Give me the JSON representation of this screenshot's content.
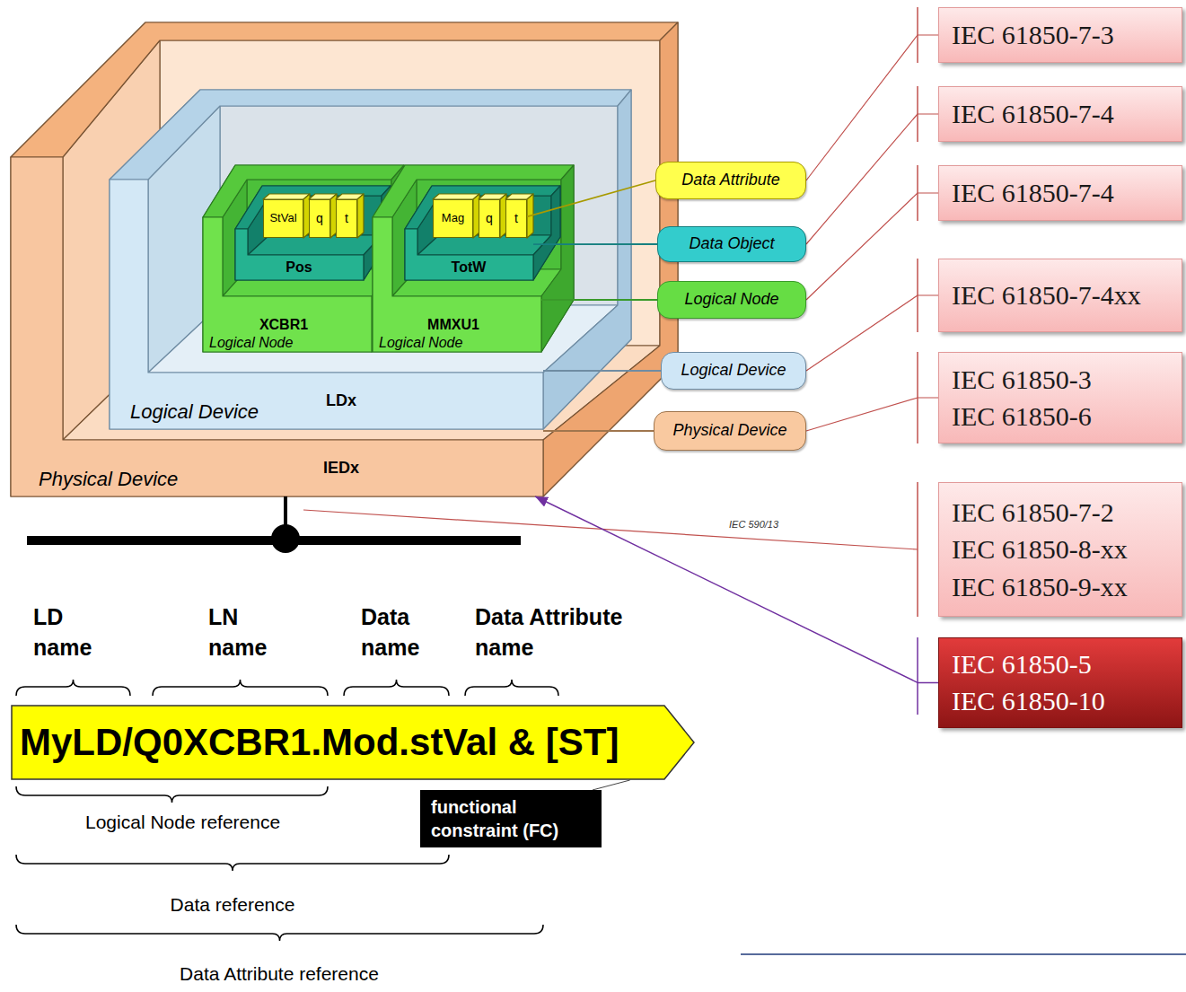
{
  "diagram": {
    "nodes": [
      {
        "text": [
          "Physical Device",
          "IEDx"
        ]
      },
      {
        "text": [
          "Logical Device",
          "LDx"
        ],
        "in": 0
      },
      {
        "text": [
          "XCBR1",
          "Logical Node"
        ],
        "in": 1
      },
      {
        "text": [
          "Pos"
        ],
        "in": 2
      },
      {
        "text": [
          "StVal"
        ],
        "in": 3
      },
      {
        "text": [
          "q"
        ],
        "in": 3
      },
      {
        "text": [
          "t"
        ],
        "in": 3
      },
      {
        "text": [
          "MMXU1",
          "Logical Node"
        ],
        "in": 1
      },
      {
        "text": [
          "TotW"
        ],
        "in": 7
      },
      {
        "text": [
          "Mag"
        ],
        "in": 8
      },
      {
        "text": [
          "q"
        ],
        "in": 8
      },
      {
        "text": [
          "t"
        ],
        "in": 8
      },
      {
        "text": [
          "Data Attribute"
        ]
      },
      {
        "text": [
          "Data Object"
        ]
      },
      {
        "text": [
          "Logical Node"
        ]
      },
      {
        "text": [
          "Logical Device"
        ]
      },
      {
        "text": [
          "Physical Device"
        ]
      },
      {
        "text": [
          "IEC 61850-7-3"
        ]
      },
      {
        "text": [
          "IEC 61850-7-4"
        ]
      },
      {
        "text": [
          "IEC 61850-7-4"
        ]
      },
      {
        "text": [
          "IEC 61850-7-4xx"
        ]
      },
      {
        "text": [
          "IEC 61850-3",
          "IEC 61850-6"
        ]
      },
      {
        "text": [
          "IEC 61850-7-2",
          "IEC 61850-8-xx",
          "IEC 61850-9-xx"
        ]
      },
      {
        "text": [
          "IEC 61850-5",
          "IEC 61850-10"
        ]
      },
      {
        "text": [
          "MyLD/Q0XCBR1.Mod.stVal & [ST]"
        ]
      },
      {
        "text": [
          "functional constraint (FC)"
        ]
      }
    ],
    "edges": [
      {
        "from": 12,
        "to": 11,
        "arrow": "none"
      },
      {
        "from": 13,
        "to": 8,
        "arrow": "none"
      },
      {
        "from": 14,
        "to": 7,
        "arrow": "none"
      },
      {
        "from": 15,
        "to": 1,
        "arrow": "none"
      },
      {
        "from": 16,
        "to": 0,
        "arrow": "none"
      },
      {
        "from": 12,
        "to": 17,
        "arrow": "none"
      },
      {
        "from": 13,
        "to": 18,
        "arrow": "none"
      },
      {
        "from": 14,
        "to": 19,
        "arrow": "none"
      },
      {
        "from": 15,
        "to": 20,
        "arrow": "none"
      },
      {
        "from": 16,
        "to": 21,
        "arrow": "none"
      },
      {
        "from": 23,
        "to": 0,
        "arrow": "to"
      },
      {
        "from": 25,
        "to": 24,
        "arrow": "none"
      }
    ],
    "labels": [
      "IEC 590/13",
      "LD name",
      "LN name",
      "Data name",
      "Data Attribute name",
      "Logical Node reference",
      "Data reference",
      "Data Attribute reference"
    ]
  }
}
